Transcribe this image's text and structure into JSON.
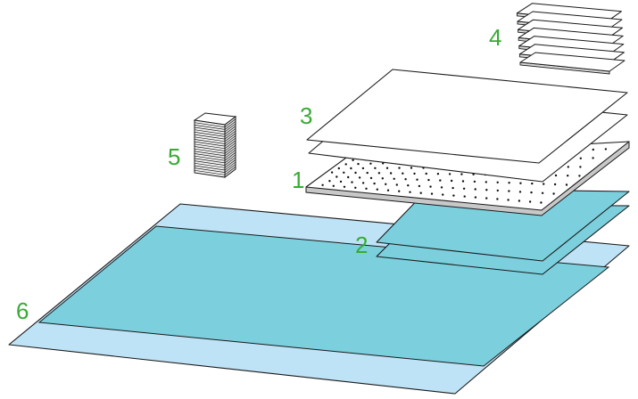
{
  "colors": {
    "label": "#3aaa35",
    "drape_light": "#bfe3f6",
    "drape_dark": "#7cd0de",
    "sheet": "#ffffff",
    "outline": "#1a1a1a",
    "dots": "#111111"
  },
  "labels": {
    "one": "1",
    "two": "2",
    "three": "3",
    "four": "4",
    "five": "5",
    "six": "6"
  }
}
